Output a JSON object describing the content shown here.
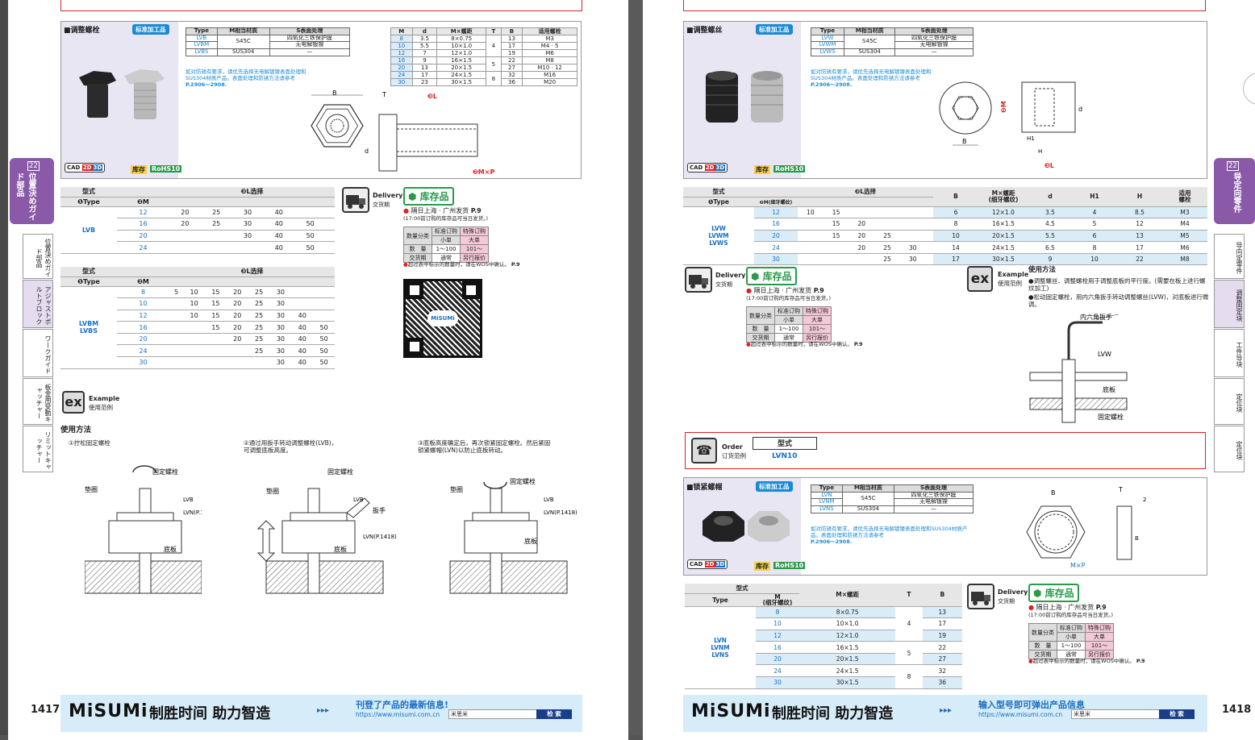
{
  "left": {
    "page_number": "1417",
    "side_index": {
      "num": "22",
      "label": "位置決めガイド部品"
    },
    "side_tabs": [
      "位置決めガイド部品",
      "アジャストボルトブロック",
      "ワークガイド",
      "板金用受動キャッチャー",
      "リミットキャッチャー"
    ],
    "section1": {
      "title": "■调整螺栓",
      "badge": "标准加工品",
      "mat_headers": [
        "Type",
        "M相当材质",
        "S表面处理"
      ],
      "mat_rows": [
        [
          "LVB",
          "S45C",
          "四氧化三铁保护膜"
        ],
        [
          "LVBM",
          "",
          "无电解镀镍"
        ],
        [
          "LVBS",
          "SUS304",
          "—"
        ]
      ],
      "note": "如对防锈有要求，请优先选择无电解镀镍表面处理和SUS304材质产品。表面处理和防锈方法请参考",
      "note_ref": "P.2906～2908.",
      "dim_headers": [
        "M",
        "d",
        "M×螺距",
        "T",
        "B",
        "适用螺栓"
      ],
      "dim_rows": [
        [
          "8",
          "3.5",
          "8×0.75",
          "",
          "13",
          "M3"
        ],
        [
          "10",
          "5.5",
          "10×1.0",
          "4",
          "17",
          "M4 · 5"
        ],
        [
          "12",
          "7",
          "12×1.0",
          "",
          "19",
          "M6"
        ],
        [
          "16",
          "9",
          "16×1.5",
          "5",
          "22",
          "M8"
        ],
        [
          "20",
          "13",
          "20×1.5",
          "",
          "27",
          "M10 · 12"
        ],
        [
          "24",
          "17",
          "24×1.5",
          "8",
          "32",
          "M16"
        ],
        [
          "30",
          "23",
          "30×1.5",
          "",
          "36",
          "M20"
        ]
      ],
      "diagram_labels": {
        "b": "B",
        "t": "T",
        "l": "❸L",
        "d": "d",
        "m": "❷M×P"
      },
      "cad": "CAD",
      "stock": "库存",
      "rohs": "RoHS10"
    },
    "table1": {
      "header_type": "型式",
      "header_l": "❸L选择",
      "h_type": "❶Type",
      "h_m": "❷M",
      "type_label": "LVB",
      "rows": [
        [
          "12",
          "20",
          "25",
          "30",
          "40",
          ""
        ],
        [
          "16",
          "20",
          "25",
          "30",
          "40",
          "50"
        ],
        [
          "20",
          "",
          "",
          "30",
          "40",
          "50"
        ],
        [
          "24",
          "",
          "",
          "",
          "40",
          "50"
        ]
      ]
    },
    "table2": {
      "header_type": "型式",
      "header_l": "❸L选择",
      "h_type": "❶Type",
      "h_m": "❷M",
      "type_label": "LVBM\nLVBS",
      "rows": [
        [
          "8",
          "5",
          "10",
          "15",
          "20",
          "25",
          "30",
          "",
          ""
        ],
        [
          "10",
          "",
          "10",
          "15",
          "20",
          "25",
          "30",
          "",
          ""
        ],
        [
          "12",
          "",
          "10",
          "15",
          "20",
          "25",
          "30",
          "40",
          ""
        ],
        [
          "16",
          "",
          "",
          "15",
          "20",
          "25",
          "30",
          "40",
          "50"
        ],
        [
          "20",
          "",
          "",
          "",
          "20",
          "25",
          "30",
          "40",
          "50"
        ],
        [
          "24",
          "",
          "",
          "",
          "",
          "25",
          "30",
          "40",
          "50"
        ],
        [
          "30",
          "",
          "",
          "",
          "",
          "",
          "30",
          "40",
          "50"
        ]
      ]
    },
    "delivery": {
      "label": "Delivery",
      "sub": "交货期",
      "stock": "库存品",
      "ship": "隔日上海 · 广州发货",
      "ref": "P.9",
      "cutoff": "(17:00前订购的库存品可当日发货。)",
      "qty_headers": [
        "数量分类",
        "标准订购",
        "特殊订购"
      ],
      "qty_sub": [
        "",
        "小单",
        "大单"
      ],
      "qty_row1": [
        "数　量",
        "1～100",
        "101～"
      ],
      "qty_row2": [
        "交货期",
        "通常",
        "另行报价"
      ],
      "warn": "超过表中标示的数量时，请在WOS中确认。",
      "warn_ref": "P.9"
    },
    "qr_label": "MiSUMi",
    "example": {
      "label": "Example",
      "sub": "使用范例",
      "title": "使用方法"
    },
    "steps": [
      "①拧松固定螺栓",
      "②通过用扳手转动调整螺栓(LVB)，\n可调整底板高度。",
      "③底板高度确定后，再次锁紧固定螺栓。然后紧固\n锁紧螺帽(LVN)以防止底板转动。"
    ],
    "fig_labels": {
      "fix": "固定螺栓",
      "washer": "垫圈",
      "lvb": "LVB",
      "lvn": "LVN(P.1418)",
      "base": "底板",
      "wrench": "扳手"
    },
    "footer": {
      "logo": "MiSUMi",
      "slogan": "制胜时间 助力智造",
      "arrows": "▸▸▸",
      "promo": "刊登了产品的最新信息!",
      "url": "https://www.misumi.com.cn",
      "search_text": "米思米",
      "search_btn": "检 索"
    }
  },
  "right": {
    "page_number": "1418",
    "side_index": {
      "num": "22",
      "label": "导定向零件"
    },
    "side_tabs": [
      "导向定零件",
      "调整固定块",
      "工件导块",
      "定位块",
      "定位块"
    ],
    "section1": {
      "title": "■调整螺丝",
      "badge": "标准加工品",
      "mat_headers": [
        "Type",
        "M相当材质",
        "S表面处理"
      ],
      "mat_rows": [
        [
          "LVW",
          "S45C",
          "四氧化三铁保护膜"
        ],
        [
          "LVWM",
          "",
          "无电解镀镍"
        ],
        [
          "LVWS",
          "SUS304",
          "—"
        ]
      ],
      "note": "如对防锈有要求，请优先选择无电解镀镍表面处理和SUS304材质产品。表面处理和防锈方法请参考",
      "note_ref": "P.2906～2908.",
      "diagram_labels": {
        "m": "❷M",
        "b": "B",
        "h1": "H1",
        "h": "H",
        "l": "❸L",
        "d": "d"
      },
      "cad": "CAD",
      "stock": "库存",
      "rohs": "RoHS10"
    },
    "table": {
      "header_type": "型式",
      "h_type": "❶Type",
      "h_m": "❷M(细牙螺纹)",
      "header_l": "❸L选择",
      "cols": [
        "B",
        "M×螺距\n(细牙螺纹)",
        "d",
        "H1",
        "H",
        "适用\n螺栓"
      ],
      "type_label": "LVW\nLVWM\nLVWS",
      "rows": [
        [
          "12",
          "10",
          "15",
          "",
          "",
          "",
          "",
          "6",
          "12×1.0",
          "3.5",
          "4",
          "8.5",
          "M3"
        ],
        [
          "16",
          "",
          "15",
          "20",
          "",
          "",
          "",
          "8",
          "16×1.5",
          "4.5",
          "5",
          "12",
          "M4"
        ],
        [
          "20",
          "",
          "15",
          "20",
          "25",
          "",
          "",
          "10",
          "20×1.5",
          "5.5",
          "6",
          "13",
          "M5"
        ],
        [
          "24",
          "",
          "",
          "20",
          "25",
          "30",
          "",
          "14",
          "24×1.5",
          "6.5",
          "8",
          "17",
          "M6"
        ],
        [
          "30",
          "",
          "",
          "",
          "25",
          "30",
          "",
          "17",
          "30×1.5",
          "9",
          "10",
          "22",
          "M8"
        ]
      ]
    },
    "delivery": {
      "label": "Delivery",
      "sub": "交货期",
      "stock": "库存品",
      "ship": "隔日上海 · 广州发货",
      "ref": "P.9",
      "cutoff": "(17:00前订购的库存品可当日发货。)",
      "qty_headers": [
        "数量分类",
        "标准订购",
        "特殊订购"
      ],
      "qty_sub": [
        "",
        "小单",
        "大单"
      ],
      "qty_row1": [
        "数　量",
        "1～100",
        "101～"
      ],
      "qty_row2": [
        "交货期",
        "通常",
        "另行报价"
      ],
      "warn": "超过表中标示的数量时，请在WOS中确认。",
      "warn_ref": "P.9"
    },
    "example": {
      "label": "Example",
      "sub": "使用范例",
      "title": "使用方法",
      "text1": "●调整螺丝、调整螺栓用于调整底板的平行度。(需要在板上进行螺纹加工)",
      "text2": "●松动固定螺栓，用内六角扳手转动调整螺丝(LVW)，对底板进行微调。",
      "fig": {
        "wrench": "内六角扳手",
        "lvw": "LVW",
        "base": "底板",
        "fix": "固定螺栓"
      }
    },
    "order": {
      "label": "Order",
      "sub": "订货范例",
      "header": "型式",
      "value": "LVN10"
    },
    "section2": {
      "title": "■锁紧螺帽",
      "badge": "标准加工品",
      "mat_headers": [
        "Type",
        "M相当材质",
        "S表面处理"
      ],
      "mat_rows": [
        [
          "LVN",
          "S45C",
          "四氧化三铁保护膜"
        ],
        [
          "LVNM",
          "",
          "无电解镀镍"
        ],
        [
          "LVNS",
          "SUS304",
          "—"
        ]
      ],
      "note": "如对防锈有要求，请优先选择无电解镀镍表面处理和SUS304材质产品。表面处理和防锈方法请参考",
      "note_ref": "P.2906～2908.",
      "diagram_labels": {
        "b": "B",
        "t": "T",
        "two": "2",
        "m": "M×P"
      },
      "cad": "CAD",
      "stock": "库存",
      "rohs": "RoHS10"
    },
    "table2": {
      "header_type": "型式",
      "h_type": "Type",
      "h_m": "M\n(细牙螺纹)",
      "cols": [
        "M×螺距",
        "T",
        "B"
      ],
      "type_label": "LVN\nLVNM\nLVNS",
      "rows": [
        [
          "8",
          "8×0.75",
          "",
          "13"
        ],
        [
          "10",
          "10×1.0",
          "4",
          "17"
        ],
        [
          "12",
          "12×1.0",
          "",
          "19"
        ],
        [
          "16",
          "16×1.5",
          "5",
          "22"
        ],
        [
          "20",
          "20×1.5",
          "",
          "27"
        ],
        [
          "24",
          "24×1.5",
          "8",
          "32"
        ],
        [
          "30",
          "30×1.5",
          "",
          "36"
        ]
      ]
    },
    "delivery2": {
      "label": "Delivery",
      "sub": "交货期",
      "stock": "库存品",
      "ship": "隔日上海 · 广州发货",
      "ref": "P.9",
      "cutoff": "(17:00前订购的库存品可当日发货。)",
      "qty_headers": [
        "数量分类",
        "标准订购",
        "特殊订购"
      ],
      "qty_sub": [
        "",
        "小单",
        "大单"
      ],
      "qty_row1": [
        "数　量",
        "1～100",
        "101～"
      ],
      "qty_row2": [
        "交货期",
        "通常",
        "另行报价"
      ],
      "warn": "超过表中标示的数量时，请在WOS中确认。",
      "warn_ref": "P.9"
    },
    "footer": {
      "logo": "MiSUMi",
      "slogan": "制胜时间 助力智造",
      "arrows": "▸▸▸",
      "promo": "输入型号即可弹出产品信息",
      "url": "https://www.misumi.com.cn",
      "search_text": "米思米",
      "search_btn": "检 索"
    }
  },
  "colors": {
    "accent": "#1a8ad4",
    "stock_green": "#2a9a4a",
    "footer_bg": "#d6ecf9",
    "side_purple": "#8a5aa8"
  }
}
